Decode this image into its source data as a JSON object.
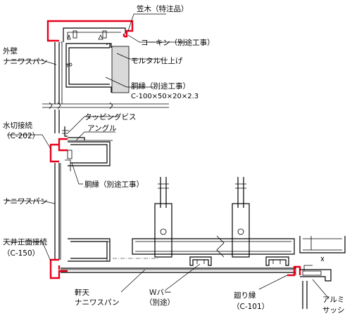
{
  "labels": {
    "kasagi": "笠木（特注品）",
    "caulking": "コーキン（別途工事）",
    "gaiheki_1": "外壁",
    "gaiheki_2": "ナニワスパン",
    "mortar": "モルタル仕上げ",
    "doubuchi_top_1": "胴縁（別途工事）",
    "doubuchi_top_2": "C-100×50×20×2.3",
    "tapping": "タッピングビス",
    "angle": "アングル",
    "mizukiri_1": "水切接続",
    "mizukiri_2": "（C-202）",
    "doubuchi_mid": "胴縁（別途工事）",
    "naniwa_mid": "ナニワスパン",
    "tenjou_1": "天井正面接続",
    "tenjou_2": "（C-150）",
    "noki_1": "軒天",
    "noki_2": "ナニワスパン",
    "wbar_1": "Ｗバー",
    "wbar_2": "（別途）",
    "mawari_1": "廻り縁",
    "mawari_2": "（C-101）",
    "alumi_1": "アルミ",
    "alumi_2": "サッシ"
  },
  "colors": {
    "trim_red": "#e8001c",
    "line": "#000000",
    "mortar_fill": "#d9d9d9"
  }
}
